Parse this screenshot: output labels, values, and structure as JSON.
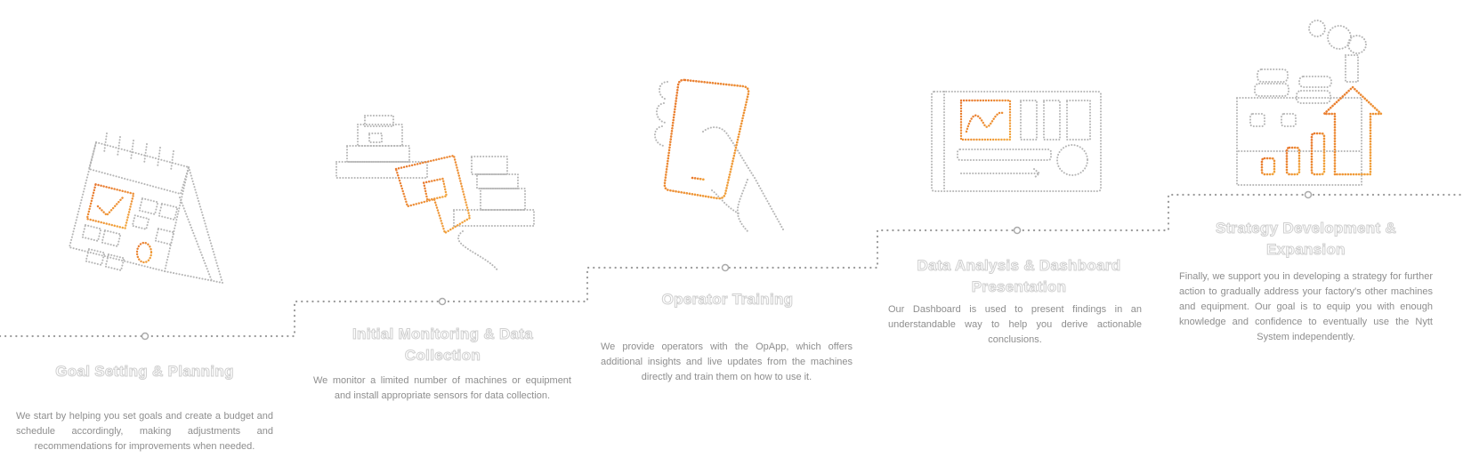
{
  "steps": [
    {
      "title": "Goal Setting & Planning",
      "description": "We start by helping you set goals and create a budget and schedule accordingly, making adjustments and recommendations for improvements when needed.",
      "icon": "calendar-checkmark-icon"
    },
    {
      "title": "Initial Monitoring & Data Collection",
      "description": "We monitor a limited number of machines or equipment and install appropriate sensors for data collection.",
      "icon": "sensor-machines-icon"
    },
    {
      "title": "Operator Training",
      "description": "We provide operators with the OpApp, which offers additional insights and live updates from the machines directly and train them on how to use it.",
      "icon": "hand-phone-icon"
    },
    {
      "title": "Data Analysis & Dashboard Presentation",
      "description": "Our Dashboard is used to present findings in an understandable way to help you derive actionable conclusions.",
      "icon": "dashboard-icon"
    },
    {
      "title": "Strategy Development & Expansion",
      "description": "Finally, we support you in developing a strategy for further action to gradually address your factory's other machines and equipment. Our goal is to equip you with enough knowledge and confidence to eventually use the Nytt System independently.",
      "icon": "factory-growth-icon"
    }
  ],
  "colors": {
    "accent": "#e8772e",
    "outline": "#b8b8b8",
    "text": "#8e8e8e"
  }
}
